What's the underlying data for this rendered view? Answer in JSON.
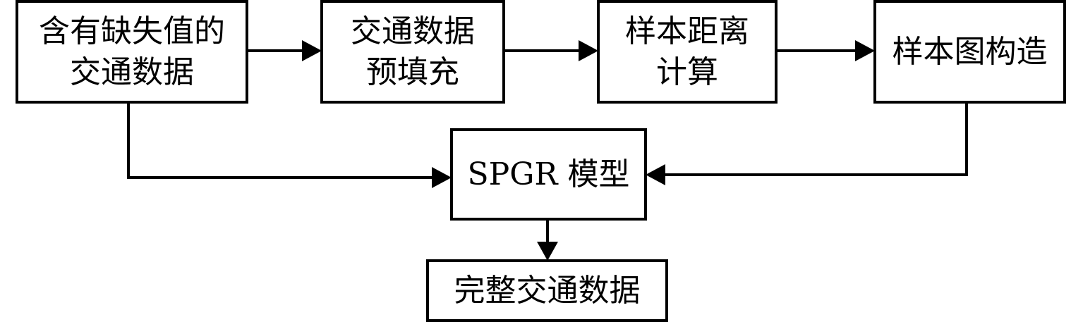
{
  "diagram": {
    "nodes": {
      "input": {
        "lines": [
          "含有缺失值的",
          "交通数据"
        ]
      },
      "prefill": {
        "lines": [
          "交通数据",
          "预填充"
        ]
      },
      "distance": {
        "lines": [
          "样本距离",
          "计算"
        ]
      },
      "graph": {
        "lines": [
          "样本图构造"
        ]
      },
      "model": {
        "lines": [
          "SPGR 模型"
        ]
      },
      "output": {
        "lines": [
          "完整交通数据"
        ]
      }
    },
    "edges": [
      {
        "from": "input",
        "to": "prefill"
      },
      {
        "from": "prefill",
        "to": "distance"
      },
      {
        "from": "distance",
        "to": "graph"
      },
      {
        "from": "input",
        "to": "model"
      },
      {
        "from": "graph",
        "to": "model"
      },
      {
        "from": "model",
        "to": "output"
      }
    ]
  }
}
